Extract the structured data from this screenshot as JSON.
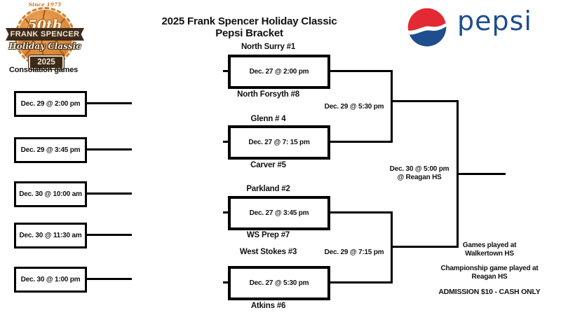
{
  "badge": {
    "since": "Since 1975",
    "anniversary": "50th",
    "title": "FRANK SPENCER",
    "subtitle": "Holiday Classic",
    "year": "2025"
  },
  "header": {
    "title_line1": "2025 Frank Spencer Holiday Classic",
    "title_line2": "Pepsi Bracket"
  },
  "pepsi": {
    "wordmark": "pepsi"
  },
  "consolation": {
    "heading": "Consolation games",
    "games": [
      {
        "datetime": "Dec. 29 @ 2:00 pm"
      },
      {
        "datetime": "Dec. 29 @ 3:45 pm"
      },
      {
        "datetime": "Dec. 30 @ 10:00 am"
      },
      {
        "datetime": "Dec. 30 @ 11:30 am"
      },
      {
        "datetime": "Dec. 30 @ 1:00 pm"
      }
    ]
  },
  "bracket": {
    "quarterfinals": [
      {
        "top_team": "North Surry  #1",
        "datetime": "Dec. 27 @ 2:00 pm",
        "bottom_team": "North Forsyth #8"
      },
      {
        "top_team": "Glenn  # 4",
        "datetime": "Dec. 27 @ 7: 15 pm",
        "bottom_team": "Carver #5"
      },
      {
        "top_team": "Parkland #2",
        "datetime": "Dec. 27 @ 3:45  pm",
        "bottom_team": "WS Prep #7"
      },
      {
        "top_team": "West Stokes #3",
        "datetime": "Dec. 27 @ 5:30 pm",
        "bottom_team": "Atkins #6"
      }
    ],
    "semifinals": [
      {
        "datetime": "Dec. 29 @ 5:30 pm"
      },
      {
        "datetime": "Dec. 29 @ 7:15 pm"
      }
    ],
    "final": {
      "datetime": "Dec. 30 @ 5:00 pm",
      "location": "@ Reagan HS"
    }
  },
  "notes": {
    "venue_line1": "Games played at",
    "venue_line2": "Walkertown HS",
    "championship_line1": "Championship game played at",
    "championship_line2": "Reagan HS",
    "admission": "ADMISSION $10 - CASH ONLY"
  }
}
